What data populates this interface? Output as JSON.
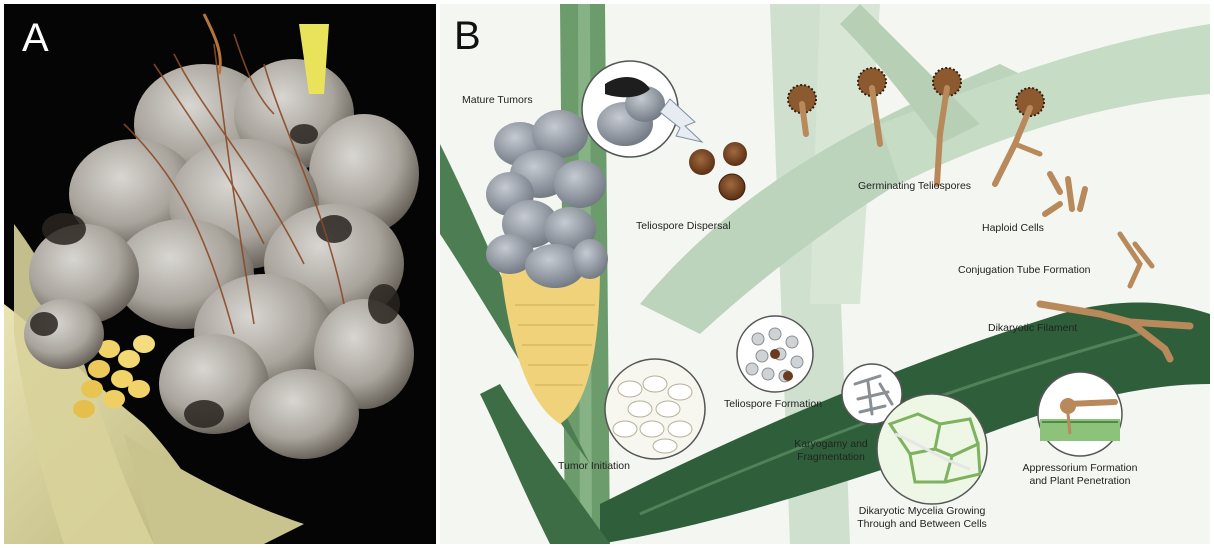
{
  "panels": {
    "a": {
      "letter": "A"
    },
    "b": {
      "letter": "B"
    }
  },
  "labels": {
    "mature_tumors": "Mature Tumors",
    "teliospore_dispersal": "Teliospore Dispersal",
    "germinating_teliospores": "Germinating Teliospores",
    "haploid_cells": "Haploid Cells",
    "conjugation_tube_formation": "Conjugation Tube Formation",
    "dikaryotic_filament": "Dikaryotic Filament",
    "teliospore_formation": "Teliospore Formation",
    "karyogamy_line1": "Karyogamy and",
    "karyogamy_line2": "Fragmentation",
    "tumor_initiation": "Tumor Initiation",
    "appressorium_line1": "Appressorium Formation",
    "appressorium_line2": "and Plant Penetration",
    "mycelia_line1": "Dikaryotic Mycelia Growing",
    "mycelia_line2": "Through and Between Cells"
  },
  "colors": {
    "tumor_gray": "#9aa0a8",
    "spore_brown": "#6b3a1f",
    "hypha_tan": "#c49a6c",
    "leaf_green": "#2f5f3a",
    "kernel_yellow": "#efd27a"
  }
}
